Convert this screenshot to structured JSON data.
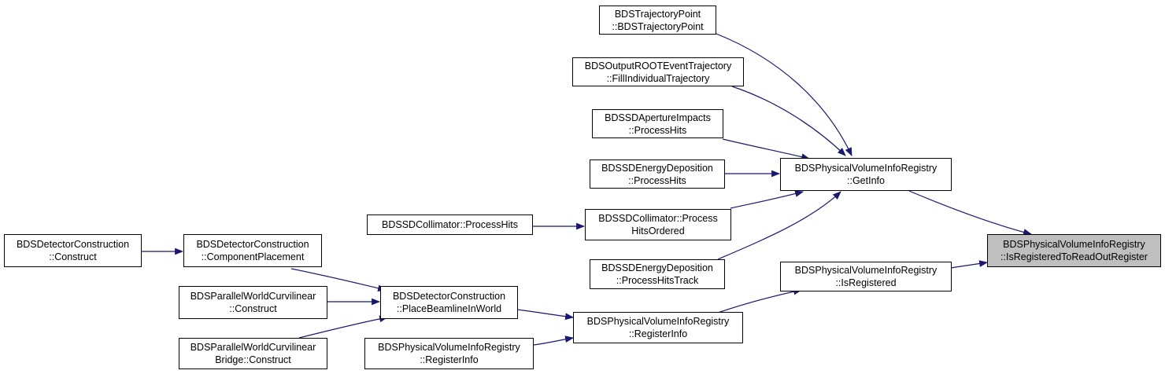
{
  "colors": {
    "edge": "#191970",
    "node_border": "#000000",
    "highlight_fill": "#bfbfbf"
  },
  "nodes": {
    "traj_point": {
      "line1": "BDSTrajectoryPoint",
      "line2": "::BDSTrajectoryPoint"
    },
    "fill_traj": {
      "line1": "BDSOutputROOTEventTrajectory",
      "line2": "::FillIndividualTrajectory"
    },
    "aperture_hits": {
      "line1": "BDSSDApertureImpacts",
      "line2": "::ProcessHits"
    },
    "energy_hits": {
      "line1": "BDSSDEnergyDeposition",
      "line2": "::ProcessHits"
    },
    "collimator_hits": {
      "line1": "BDSSDCollimator::ProcessHits"
    },
    "collimator_ordered": {
      "line1": "BDSSDCollimator::Process",
      "line2": "HitsOrdered"
    },
    "energy_track": {
      "line1": "BDSSDEnergyDeposition",
      "line2": "::ProcessHitsTrack"
    },
    "get_info": {
      "line1": "BDSPhysicalVolumeInfoRegistry",
      "line2": "::GetInfo"
    },
    "is_registered": {
      "line1": "BDSPhysicalVolumeInfoRegistry",
      "line2": "::IsRegistered"
    },
    "target": {
      "line1": "BDSPhysicalVolumeInfoRegistry",
      "line2": "::IsRegisteredToReadOutRegister"
    },
    "det_construct": {
      "line1": "BDSDetectorConstruction",
      "line2": "::Construct"
    },
    "comp_placement": {
      "line1": "BDSDetectorConstruction",
      "line2": "::ComponentPlacement"
    },
    "pw_construct": {
      "line1": "BDSParallelWorldCurvilinear",
      "line2": "::Construct"
    },
    "pw_bridge": {
      "line1": "BDSParallelWorldCurvilinear",
      "line2": "Bridge::Construct"
    },
    "place_beamline": {
      "line1": "BDSDetectorConstruction",
      "line2": "::PlaceBeamlineInWorld"
    },
    "register_info_a": {
      "line1": "BDSPhysicalVolumeInfoRegistry",
      "line2": "::RegisterInfo"
    },
    "register_info_b": {
      "line1": "BDSPhysicalVolumeInfoRegistry",
      "line2": "::RegisterInfo"
    }
  },
  "edges": [
    {
      "from": "traj_point",
      "to": "get_info"
    },
    {
      "from": "fill_traj",
      "to": "get_info"
    },
    {
      "from": "aperture_hits",
      "to": "get_info"
    },
    {
      "from": "energy_hits",
      "to": "get_info"
    },
    {
      "from": "collimator_ordered",
      "to": "get_info"
    },
    {
      "from": "energy_track",
      "to": "get_info"
    },
    {
      "from": "collimator_hits",
      "to": "collimator_ordered"
    },
    {
      "from": "get_info",
      "to": "target"
    },
    {
      "from": "is_registered",
      "to": "target"
    },
    {
      "from": "det_construct",
      "to": "comp_placement"
    },
    {
      "from": "comp_placement",
      "to": "place_beamline"
    },
    {
      "from": "pw_construct",
      "to": "place_beamline"
    },
    {
      "from": "pw_bridge",
      "to": "place_beamline"
    },
    {
      "from": "place_beamline",
      "to": "register_info_a"
    },
    {
      "from": "register_info_b",
      "to": "register_info_a"
    },
    {
      "from": "register_info_a",
      "to": "is_registered"
    }
  ]
}
